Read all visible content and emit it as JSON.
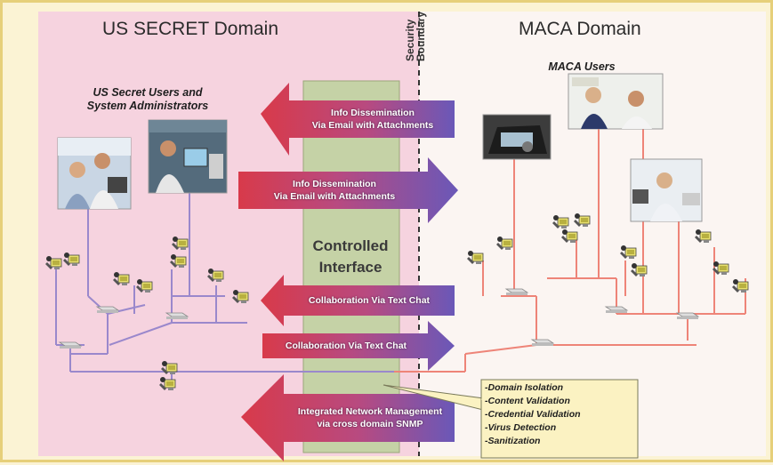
{
  "domains": {
    "left_title": "US SECRET Domain",
    "right_title": "MACA Domain"
  },
  "boundary": {
    "line1": "Security",
    "line2": "Boundary"
  },
  "user_groups": {
    "left": {
      "line1": "US Secret Users and",
      "line2": "System Administrators"
    },
    "right": "MACA Users"
  },
  "controlled_interface": {
    "line1": "Controlled",
    "line2": "Interface"
  },
  "flows": [
    {
      "direction": "left",
      "line1": "Info Dissemination",
      "line2": "Via Email with Attachments"
    },
    {
      "direction": "right",
      "line1": "Info Dissemination",
      "line2": "Via Email with Attachments"
    },
    {
      "direction": "left",
      "line1": "Collaboration Via Text Chat",
      "line2": ""
    },
    {
      "direction": "right",
      "line1": "Collaboration Via Text Chat",
      "line2": ""
    },
    {
      "direction": "left",
      "line1": "Integrated Network Management",
      "line2": "via cross domain SNMP"
    }
  ],
  "callout": {
    "items": [
      "-Domain Isolation",
      "-Content Validation",
      "-Credential Validation",
      "-Virus Detection",
      "-Sanitization"
    ]
  },
  "colors": {
    "left_bg": "#f6d3df",
    "right_bg": "#fbf5f2",
    "interface": "#c5d2a6",
    "left_net": "#9a88cc",
    "right_net": "#ee8478",
    "arrow_red": "#d83a4a",
    "arrow_purple": "#7a5ab8",
    "callout_bg": "#fbf2c2"
  }
}
